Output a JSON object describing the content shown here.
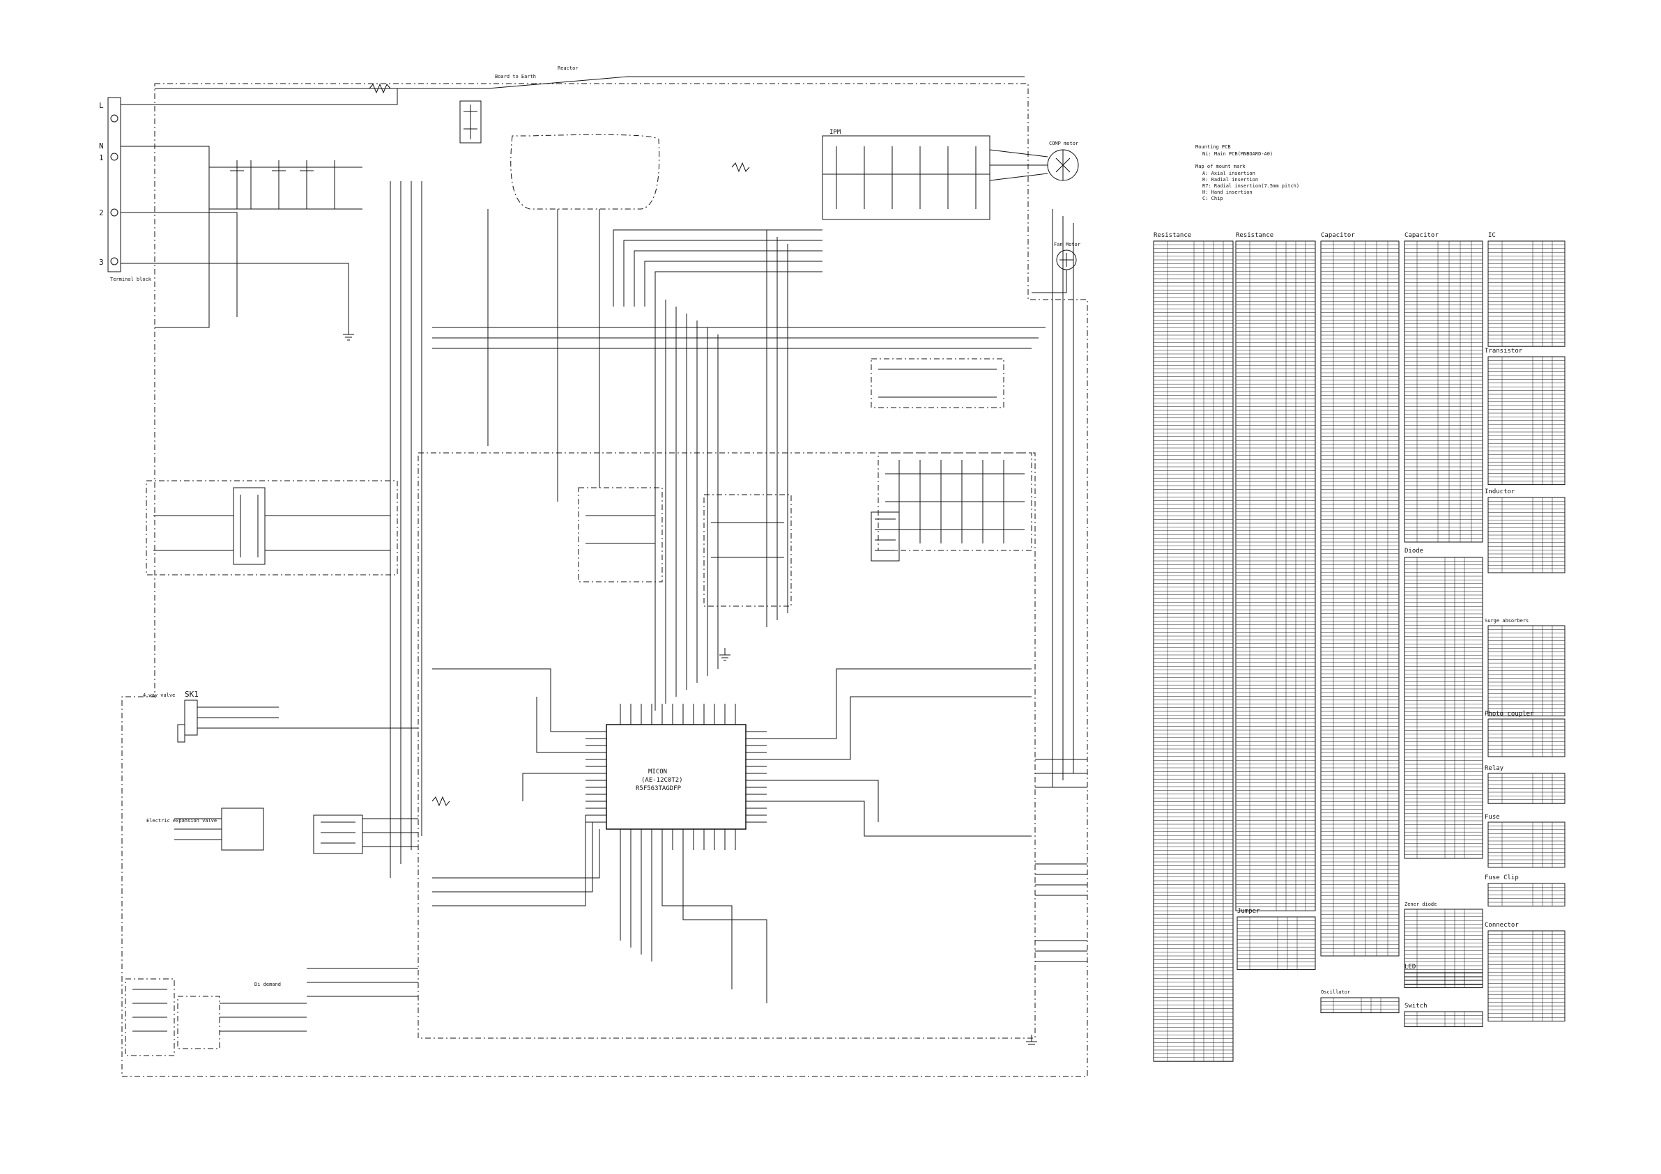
{
  "schematic": {
    "labels": {
      "terminal_block": "Terminal block",
      "reactor": "Reactor",
      "board_to_earth": "Board to Earth",
      "fan_motor": "Fan Motor",
      "ipm": "IPM",
      "comp_motor": "COMP motor",
      "four_way_valve": "4 way valve",
      "sk1": "SK1",
      "micon_line1": "MICON",
      "micon_line2": "(AE-12C0T2)",
      "micon_line3": "R5F563TAGDFP",
      "di_demand": "Di demand",
      "electric_expansion_valve": "Electric expansion valve",
      "mounting_pcb_title": "Mounting PCB",
      "mounting_pcb_subtitle": "Ni: Main PCB(MNBOARD-A0)",
      "mount_key_title": "Map of mount mark",
      "mount_key_a": "A: Axial insertion",
      "mount_key_r": "R: Radial insertion",
      "mount_key_r7": "R7: Radial insertion(7.5mm pitch)",
      "mount_key_h": "H: Hand insertion",
      "mount_key_c": "C: Chip"
    },
    "port_labels": [
      "L",
      "N",
      "1",
      "2",
      "3"
    ]
  },
  "parts_tables": {
    "columns": [
      {
        "key": "res1",
        "title": "Resistance"
      },
      {
        "key": "res2",
        "title": "Resistance"
      },
      {
        "key": "cap1",
        "title": "Capacitor"
      },
      {
        "key": "cap2",
        "title": "Capacitor"
      },
      {
        "key": "ic",
        "title": "IC"
      }
    ],
    "sub_tables": {
      "transistor": "Transistor",
      "inductor": "Inductor",
      "diode": "Diode",
      "surge_absorbers": "Surge absorbers",
      "photo_coupler": "Photo coupler",
      "relay": "Relay",
      "fuse": "Fuse",
      "fuse_clip": "Fuse Clip",
      "connector": "Connector",
      "zener_diode": "Zener diode",
      "led": "LED",
      "switch": "Switch",
      "oscillator": "Oscillator",
      "jumper": "Jumper"
    }
  },
  "colors": {
    "ink": "#111111",
    "paper": "#ffffff"
  }
}
